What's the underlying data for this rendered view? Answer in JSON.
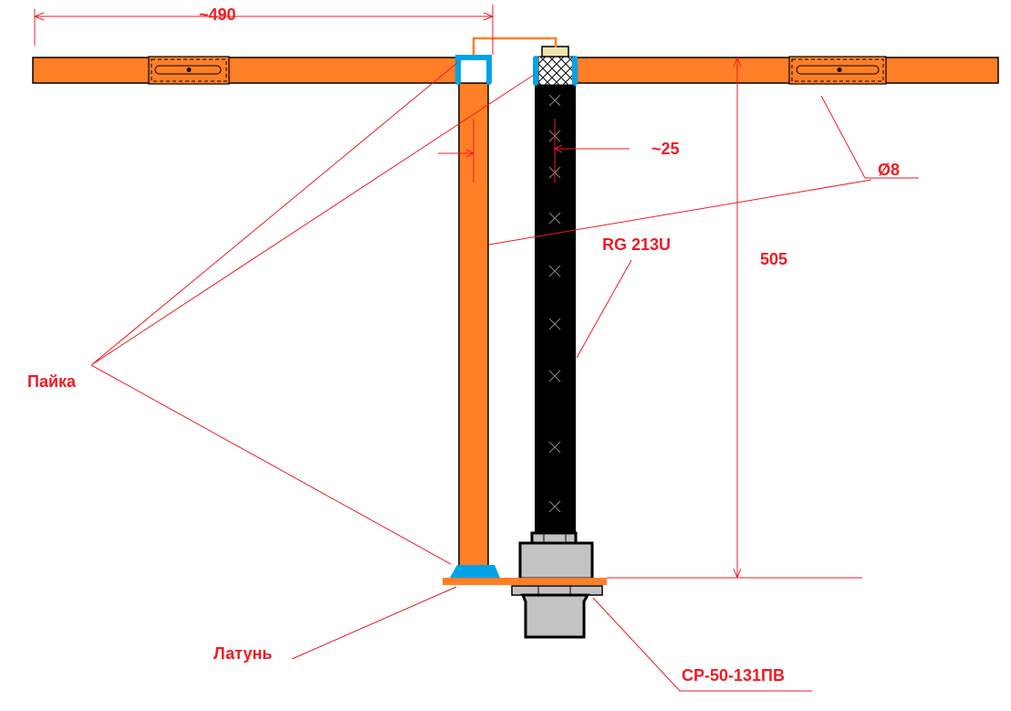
{
  "labels": {
    "length": "~490",
    "spacing": "~25",
    "diameter": "Ø8",
    "cable": "RG 213U",
    "height": "505",
    "solder": "Пайка",
    "brass": "Латунь",
    "connector": "СР-50-131ПВ"
  },
  "colors": {
    "element": "#FF7F27",
    "solder": "#00A2E8",
    "annotation": "#ED1C24",
    "cable": "#000000",
    "connector": "#C3C3C3"
  }
}
